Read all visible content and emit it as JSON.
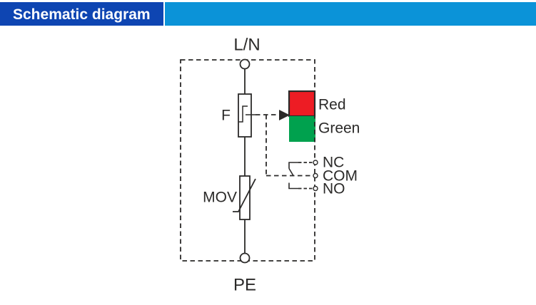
{
  "header": {
    "title": "Schematic diagram"
  },
  "colors": {
    "header_dark_blue": "#0e45b2",
    "header_light_blue": "#0b93d8",
    "title_text": "#ffffff",
    "red_indicator": "#ed1c24",
    "green_indicator": "#00a14e",
    "line": "#2b2a29"
  },
  "schematic": {
    "top_terminal_label": "L/N",
    "bottom_terminal_label": "PE",
    "fuse_label": "F",
    "varistor_label": "MOV",
    "indicator_red_label": "Red",
    "indicator_green_label": "Green",
    "contact_nc_label": "NC",
    "contact_com_label": "COM",
    "contact_no_label": "NO"
  }
}
